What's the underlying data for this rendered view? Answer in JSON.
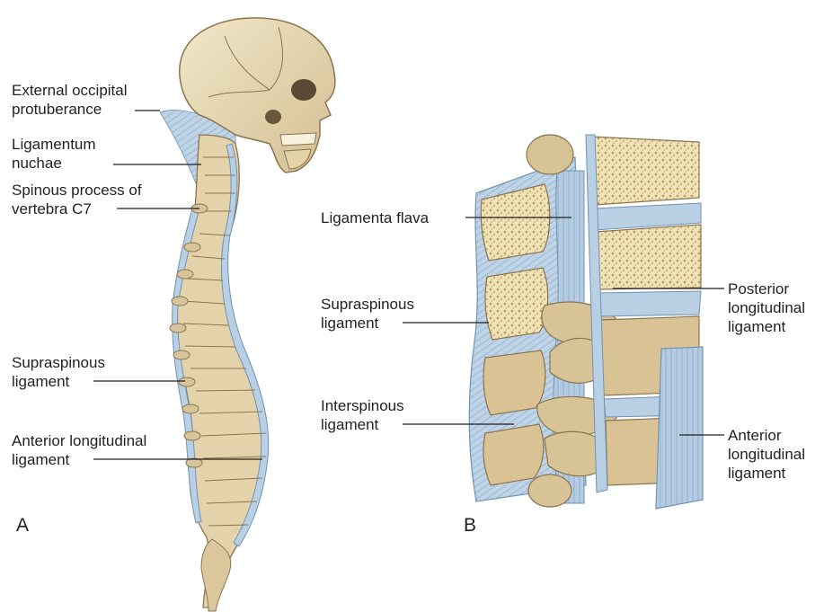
{
  "panels": {
    "a": {
      "letter": "A",
      "labels": {
        "external_occipital_protuberance": [
          "External occipital",
          "protuberance"
        ],
        "ligamentum_nuchae": [
          "Ligamentum",
          "nuchae"
        ],
        "spinous_process_c7": [
          "Spinous process of",
          "vertebra C7"
        ],
        "supraspinous_ligament": [
          "Supraspinous",
          "ligament"
        ],
        "anterior_longitudinal_ligament": [
          "Anterior longitudinal",
          "ligament"
        ]
      }
    },
    "b": {
      "letter": "B",
      "labels": {
        "ligamenta_flava": [
          "Ligamenta flava"
        ],
        "supraspinous_ligament": [
          "Supraspinous",
          "ligament"
        ],
        "interspinous_ligament": [
          "Interspinous",
          "ligament"
        ],
        "posterior_longitudinal_ligament": [
          "Posterior",
          "longitudinal",
          "ligament"
        ],
        "anterior_longitudinal_ligament": [
          "Anterior",
          "longitudinal",
          "ligament"
        ]
      }
    }
  },
  "colors": {
    "bone": "#e9dcb8",
    "bone_shadow": "#c9b184",
    "bone_outline": "#8a744e",
    "ligament": "#b9cfe3",
    "ligament_outline": "#6f93b4",
    "cancellous_bone": "#efe2b4",
    "leader_line": "#231f20"
  }
}
